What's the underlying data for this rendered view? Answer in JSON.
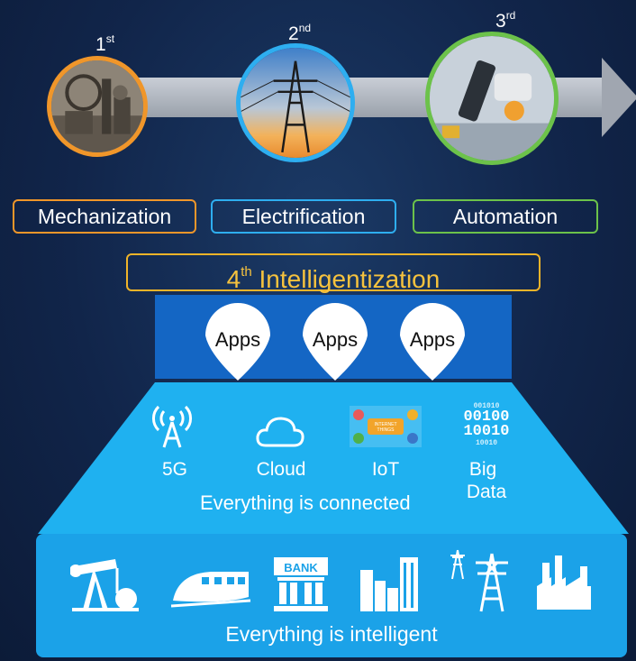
{
  "eras": [
    {
      "number": "1",
      "suffix": "st",
      "name": "Mechanization",
      "color": "#f0962a"
    },
    {
      "number": "2",
      "suffix": "nd",
      "name": "Electrification",
      "color": "#2eaef0"
    },
    {
      "number": "3",
      "suffix": "rd",
      "name": "Automation",
      "color": "#6cc24a"
    }
  ],
  "fourth": {
    "number": "4",
    "suffix": "th",
    "name": "Intelligentization",
    "color": "#f0b429"
  },
  "apps": [
    "Apps",
    "Apps",
    "Apps"
  ],
  "technologies": [
    "5G",
    "Cloud",
    "IoT",
    "Big Data"
  ],
  "technologies_split": {
    "big": "Big",
    "data": "Data"
  },
  "iot_badge": "INTERNET THINGS",
  "bigdata_digits": [
    "001010",
    "00100",
    "10010",
    "10010"
  ],
  "connected_caption": "Everything is connected",
  "bank_sign": "BANK",
  "intelligent_caption": "Everything is intelligent",
  "industry_icons": [
    "oil-pump-icon",
    "train-icon",
    "bank-icon",
    "city-buildings-icon",
    "power-tower-icon",
    "factory-icon"
  ]
}
